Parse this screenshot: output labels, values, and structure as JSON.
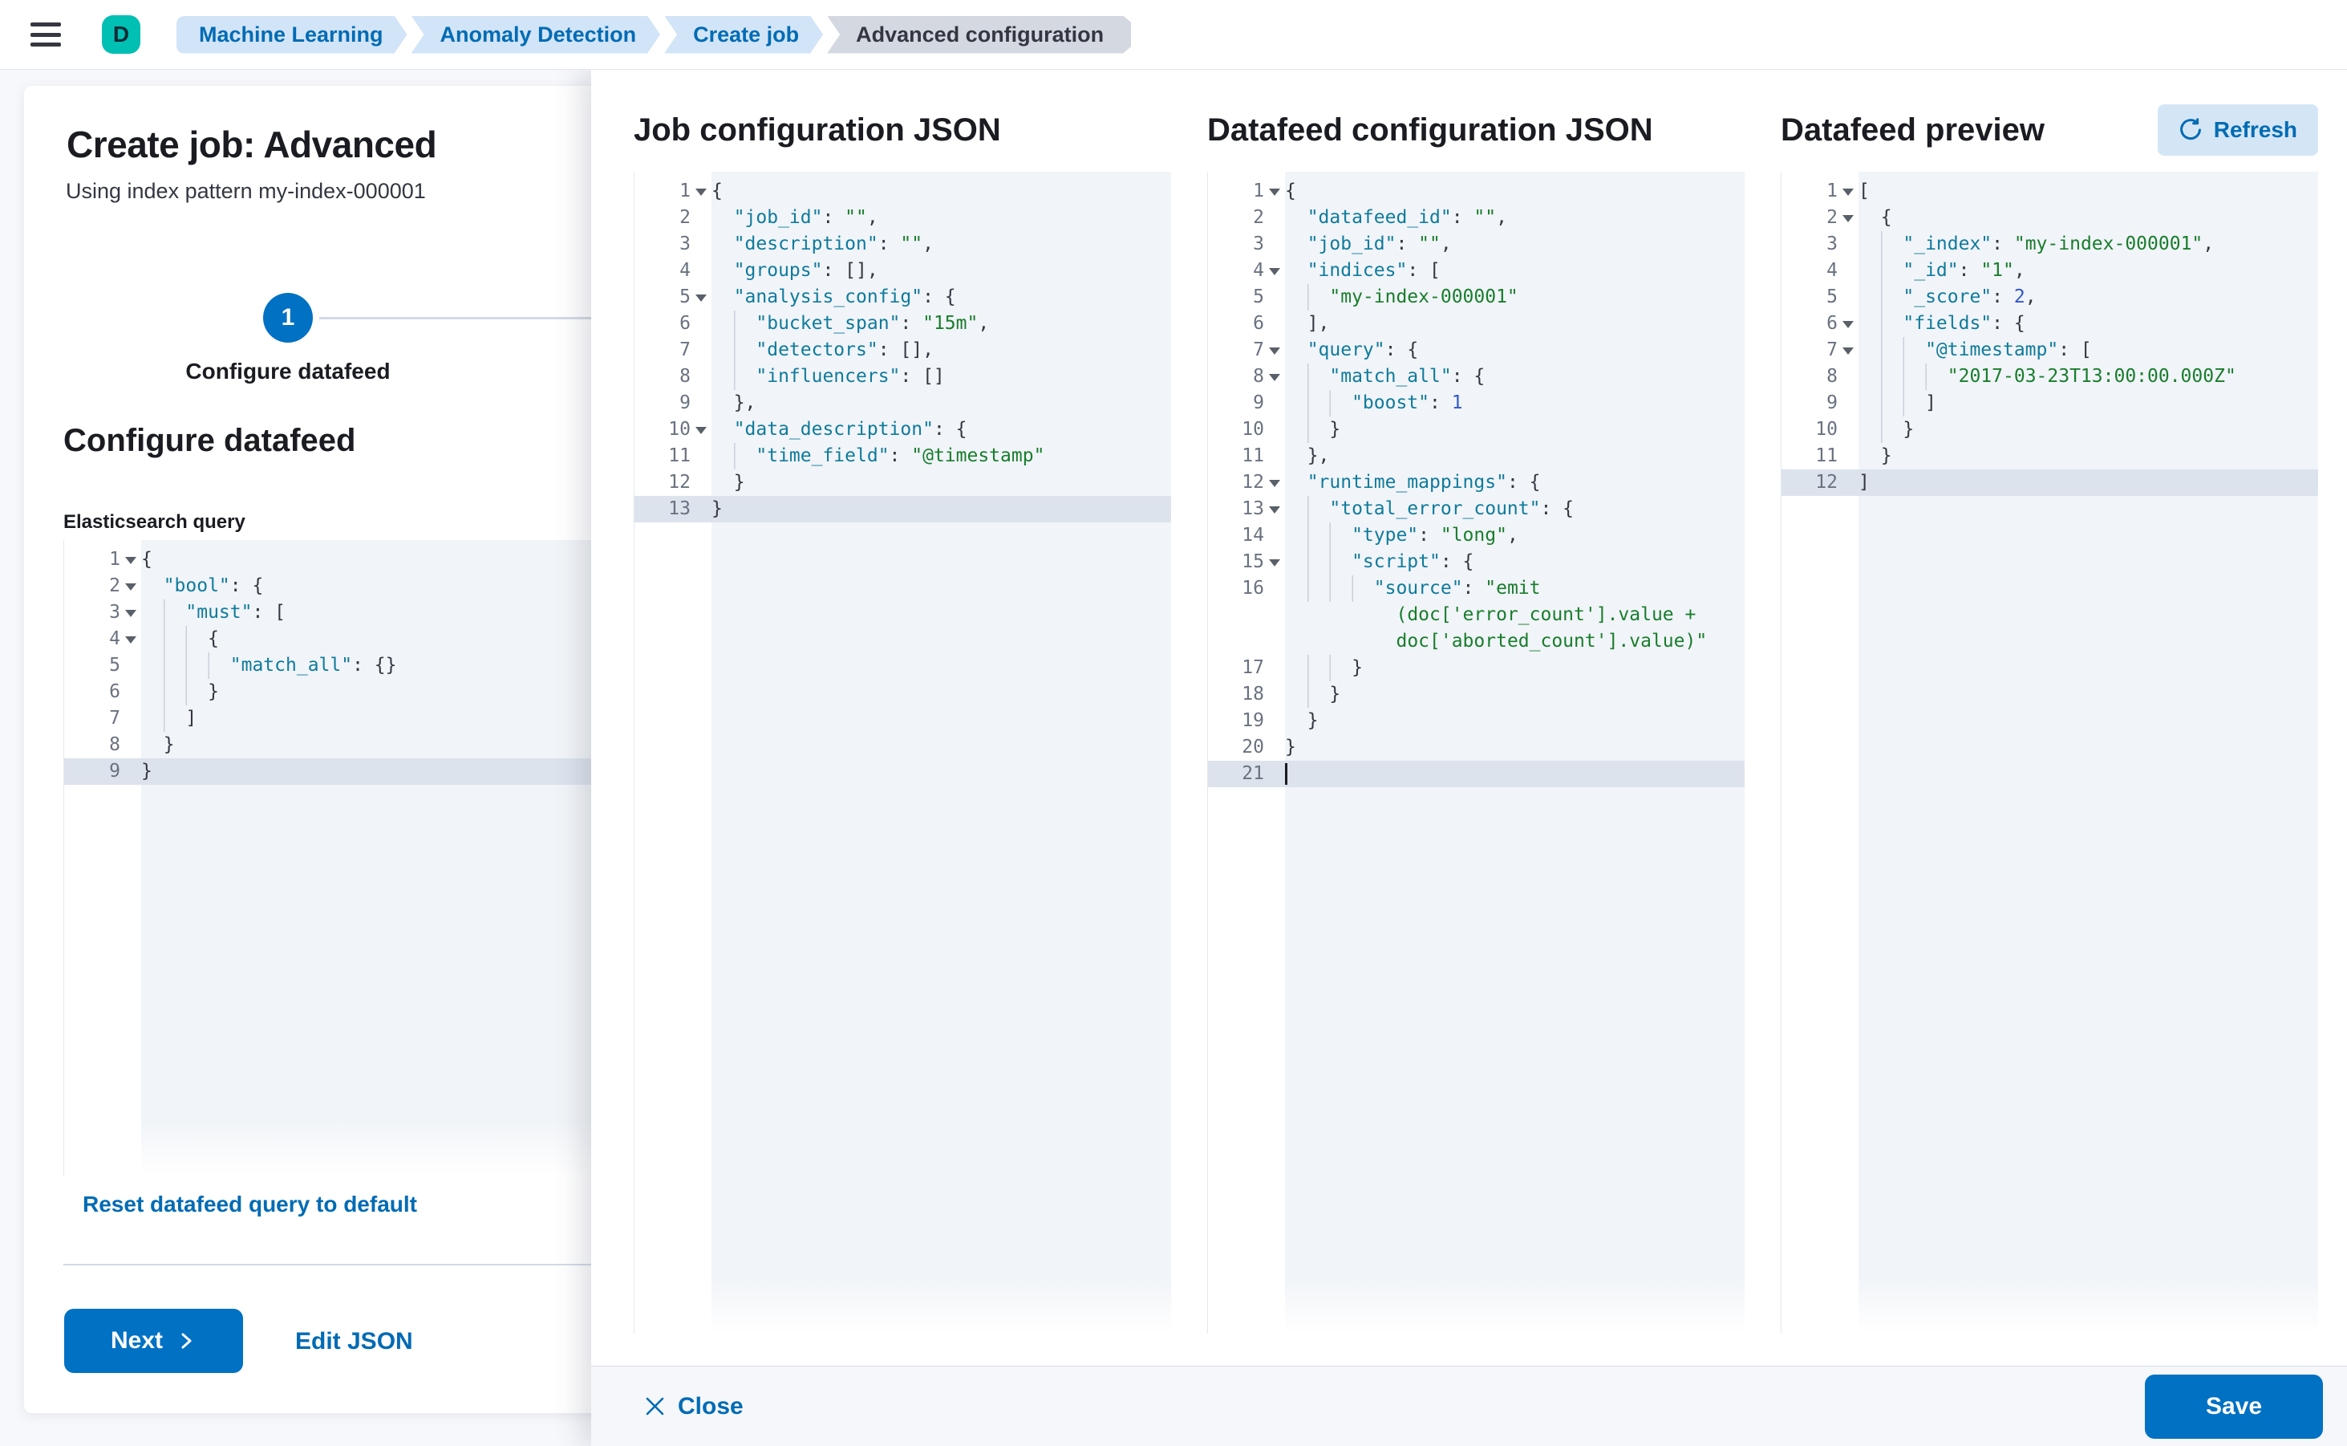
{
  "header": {
    "app_letter": "D",
    "breadcrumbs": [
      {
        "label": "Machine Learning",
        "current": false
      },
      {
        "label": "Anomaly Detection",
        "current": false
      },
      {
        "label": "Create job",
        "current": false
      },
      {
        "label": "Advanced configuration",
        "current": true
      }
    ]
  },
  "wizard": {
    "title": "Create job: Advanced",
    "subtitle": "Using index pattern my-index-000001",
    "step_number": "1",
    "step_label": "Configure datafeed",
    "section_heading": "Configure datafeed",
    "query_label": "Elasticsearch query",
    "reset_link": "Reset datafeed query to default",
    "next_button": "Next",
    "edit_json_link": "Edit JSON"
  },
  "flyout": {
    "job_panel_title": "Job configuration JSON",
    "datafeed_panel_title": "Datafeed configuration JSON",
    "preview_panel_title": "Datafeed preview",
    "refresh_button": "Refresh",
    "close_button": "Close",
    "save_button": "Save"
  },
  "colors": {
    "primary_button": "#0071c3",
    "link": "#006bb4",
    "accent_badge": "#00bfb3",
    "breadcrumb_bg": "#d2e4f7",
    "breadcrumb_current_bg": "#d4d8e0",
    "editor_bg": "#f1f4f8",
    "active_line_bg": "#dce3ed",
    "code_key": "#0f7b9c",
    "code_string": "#187d2c",
    "code_number": "#3157c9"
  },
  "editors": {
    "es_query": {
      "lines": [
        {
          "g": "1",
          "f": true,
          "i": 0,
          "s": [
            [
              "p",
              "{"
            ]
          ]
        },
        {
          "g": "2",
          "f": true,
          "i": 1,
          "s": [
            [
              "k",
              "\"bool\""
            ],
            [
              "p",
              ": {"
            ]
          ]
        },
        {
          "g": "3",
          "f": true,
          "i": 2,
          "s": [
            [
              "k",
              "\"must\""
            ],
            [
              "p",
              ": ["
            ]
          ]
        },
        {
          "g": "4",
          "f": true,
          "i": 3,
          "s": [
            [
              "p",
              "{"
            ]
          ]
        },
        {
          "g": "5",
          "i": 4,
          "s": [
            [
              "k",
              "\"match_all\""
            ],
            [
              "p",
              ": {}"
            ]
          ]
        },
        {
          "g": "6",
          "i": 3,
          "s": [
            [
              "p",
              "}"
            ]
          ]
        },
        {
          "g": "7",
          "i": 2,
          "s": [
            [
              "p",
              "]"
            ]
          ]
        },
        {
          "g": "8",
          "i": 1,
          "s": [
            [
              "p",
              "}"
            ]
          ]
        },
        {
          "g": "9",
          "i": 0,
          "a": true,
          "s": [
            [
              "p",
              "}"
            ]
          ]
        }
      ]
    },
    "job_config": {
      "lines": [
        {
          "g": "1",
          "f": true,
          "i": 0,
          "s": [
            [
              "p",
              "{"
            ]
          ]
        },
        {
          "g": "2",
          "i": 1,
          "s": [
            [
              "k",
              "\"job_id\""
            ],
            [
              "p",
              ": "
            ],
            [
              "s",
              "\"\""
            ],
            [
              "p",
              ","
            ]
          ]
        },
        {
          "g": "3",
          "i": 1,
          "s": [
            [
              "k",
              "\"description\""
            ],
            [
              "p",
              ": "
            ],
            [
              "s",
              "\"\""
            ],
            [
              "p",
              ","
            ]
          ]
        },
        {
          "g": "4",
          "i": 1,
          "s": [
            [
              "k",
              "\"groups\""
            ],
            [
              "p",
              ": [],"
            ]
          ]
        },
        {
          "g": "5",
          "f": true,
          "i": 1,
          "s": [
            [
              "k",
              "\"analysis_config\""
            ],
            [
              "p",
              ": {"
            ]
          ]
        },
        {
          "g": "6",
          "i": 2,
          "s": [
            [
              "k",
              "\"bucket_span\""
            ],
            [
              "p",
              ": "
            ],
            [
              "s",
              "\"15m\""
            ],
            [
              "p",
              ","
            ]
          ]
        },
        {
          "g": "7",
          "i": 2,
          "s": [
            [
              "k",
              "\"detectors\""
            ],
            [
              "p",
              ": [],"
            ]
          ]
        },
        {
          "g": "8",
          "i": 2,
          "s": [
            [
              "k",
              "\"influencers\""
            ],
            [
              "p",
              ": []"
            ]
          ]
        },
        {
          "g": "9",
          "i": 1,
          "s": [
            [
              "p",
              "},"
            ]
          ]
        },
        {
          "g": "10",
          "f": true,
          "i": 1,
          "s": [
            [
              "k",
              "\"data_description\""
            ],
            [
              "p",
              ": {"
            ]
          ]
        },
        {
          "g": "11",
          "i": 2,
          "s": [
            [
              "k",
              "\"time_field\""
            ],
            [
              "p",
              ": "
            ],
            [
              "s",
              "\"@timestamp\""
            ]
          ]
        },
        {
          "g": "12",
          "i": 1,
          "s": [
            [
              "p",
              "}"
            ]
          ]
        },
        {
          "g": "13",
          "i": 0,
          "a": true,
          "s": [
            [
              "p",
              "}"
            ]
          ]
        }
      ]
    },
    "datafeed_config": {
      "lines": [
        {
          "g": "1",
          "f": true,
          "i": 0,
          "s": [
            [
              "p",
              "{"
            ]
          ]
        },
        {
          "g": "2",
          "i": 1,
          "s": [
            [
              "k",
              "\"datafeed_id\""
            ],
            [
              "p",
              ": "
            ],
            [
              "s",
              "\"\""
            ],
            [
              "p",
              ","
            ]
          ]
        },
        {
          "g": "3",
          "i": 1,
          "s": [
            [
              "k",
              "\"job_id\""
            ],
            [
              "p",
              ": "
            ],
            [
              "s",
              "\"\""
            ],
            [
              "p",
              ","
            ]
          ]
        },
        {
          "g": "4",
          "f": true,
          "i": 1,
          "s": [
            [
              "k",
              "\"indices\""
            ],
            [
              "p",
              ": ["
            ]
          ]
        },
        {
          "g": "5",
          "i": 2,
          "s": [
            [
              "s",
              "\"my-index-000001\""
            ]
          ]
        },
        {
          "g": "6",
          "i": 1,
          "s": [
            [
              "p",
              "],"
            ]
          ]
        },
        {
          "g": "7",
          "f": true,
          "i": 1,
          "s": [
            [
              "k",
              "\"query\""
            ],
            [
              "p",
              ": {"
            ]
          ]
        },
        {
          "g": "8",
          "f": true,
          "i": 2,
          "s": [
            [
              "k",
              "\"match_all\""
            ],
            [
              "p",
              ": {"
            ]
          ]
        },
        {
          "g": "9",
          "i": 3,
          "s": [
            [
              "k",
              "\"boost\""
            ],
            [
              "p",
              ": "
            ],
            [
              "n",
              "1"
            ]
          ]
        },
        {
          "g": "10",
          "i": 2,
          "s": [
            [
              "p",
              "}"
            ]
          ]
        },
        {
          "g": "11",
          "i": 1,
          "s": [
            [
              "p",
              "},"
            ]
          ]
        },
        {
          "g": "12",
          "f": true,
          "i": 1,
          "s": [
            [
              "k",
              "\"runtime_mappings\""
            ],
            [
              "p",
              ": {"
            ]
          ]
        },
        {
          "g": "13",
          "f": true,
          "i": 2,
          "s": [
            [
              "k",
              "\"total_error_count\""
            ],
            [
              "p",
              ": {"
            ]
          ]
        },
        {
          "g": "14",
          "i": 3,
          "s": [
            [
              "k",
              "\"type\""
            ],
            [
              "p",
              ": "
            ],
            [
              "s",
              "\"long\""
            ],
            [
              "p",
              ","
            ]
          ]
        },
        {
          "g": "15",
          "f": true,
          "i": 3,
          "s": [
            [
              "k",
              "\"script\""
            ],
            [
              "p",
              ": {"
            ]
          ]
        },
        {
          "g": "16",
          "i": 4,
          "s": [
            [
              "k",
              "\"source\""
            ],
            [
              "p",
              ": "
            ],
            [
              "s",
              "\"emit"
            ]
          ]
        },
        {
          "g": "",
          "i": 0,
          "s": [
            [
              "s",
              "          (doc['error_count'].value +"
            ]
          ]
        },
        {
          "g": "",
          "i": 0,
          "s": [
            [
              "s",
              "          doc['aborted_count'].value)\""
            ]
          ]
        },
        {
          "g": "17",
          "i": 3,
          "s": [
            [
              "p",
              "}"
            ]
          ]
        },
        {
          "g": "18",
          "i": 2,
          "s": [
            [
              "p",
              "}"
            ]
          ]
        },
        {
          "g": "19",
          "i": 1,
          "s": [
            [
              "p",
              "}"
            ]
          ]
        },
        {
          "g": "20",
          "i": 0,
          "s": [
            [
              "p",
              "}"
            ]
          ]
        },
        {
          "g": "21",
          "i": 0,
          "a": true,
          "c": true,
          "s": []
        }
      ]
    },
    "preview": {
      "lines": [
        {
          "g": "1",
          "f": true,
          "i": 0,
          "s": [
            [
              "p",
              "["
            ]
          ]
        },
        {
          "g": "2",
          "f": true,
          "i": 1,
          "s": [
            [
              "p",
              "{"
            ]
          ]
        },
        {
          "g": "3",
          "i": 2,
          "s": [
            [
              "k",
              "\"_index\""
            ],
            [
              "p",
              ": "
            ],
            [
              "s",
              "\"my-index-000001\""
            ],
            [
              "p",
              ","
            ]
          ]
        },
        {
          "g": "4",
          "i": 2,
          "s": [
            [
              "k",
              "\"_id\""
            ],
            [
              "p",
              ": "
            ],
            [
              "s",
              "\"1\""
            ],
            [
              "p",
              ","
            ]
          ]
        },
        {
          "g": "5",
          "i": 2,
          "s": [
            [
              "k",
              "\"_score\""
            ],
            [
              "p",
              ": "
            ],
            [
              "n",
              "2"
            ],
            [
              "p",
              ","
            ]
          ]
        },
        {
          "g": "6",
          "f": true,
          "i": 2,
          "s": [
            [
              "k",
              "\"fields\""
            ],
            [
              "p",
              ": {"
            ]
          ]
        },
        {
          "g": "7",
          "f": true,
          "i": 3,
          "s": [
            [
              "k",
              "\"@timestamp\""
            ],
            [
              "p",
              ": ["
            ]
          ]
        },
        {
          "g": "8",
          "i": 4,
          "s": [
            [
              "s",
              "\"2017-03-23T13:00:00.000Z\""
            ]
          ]
        },
        {
          "g": "9",
          "i": 3,
          "s": [
            [
              "p",
              "]"
            ]
          ]
        },
        {
          "g": "10",
          "i": 2,
          "s": [
            [
              "p",
              "}"
            ]
          ]
        },
        {
          "g": "11",
          "i": 1,
          "s": [
            [
              "p",
              "}"
            ]
          ]
        },
        {
          "g": "12",
          "i": 0,
          "a": true,
          "s": [
            [
              "p",
              "]"
            ]
          ]
        }
      ]
    }
  }
}
